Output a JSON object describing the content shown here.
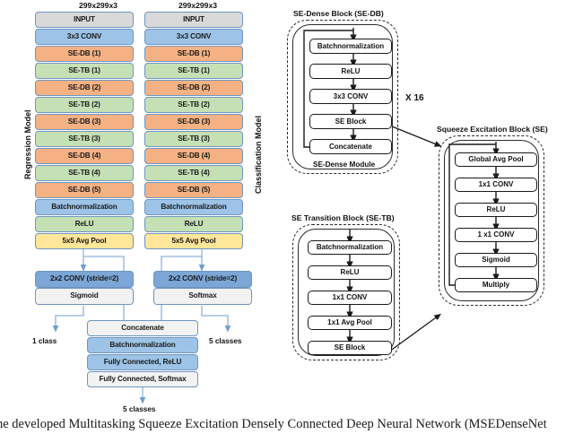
{
  "figure": {
    "caption": "he developed Multitasking Squeeze Excitation Densely Connected Deep Neural Network (MSEDenseNet"
  },
  "colors": {
    "input_gray": "#d9d9d9",
    "conv_blue": "#9dc3e6",
    "se_db_orange": "#f4b183",
    "se_tb_green": "#c5e0b4",
    "pool_yellow": "#ffe699",
    "dark_blue": "#7ba6d6",
    "light_gray": "#f2f2f2",
    "connector": "#8cb3dd",
    "outline": "#1a1a1a"
  },
  "regression_branch": {
    "side_label": "Regression Model",
    "input_shape": "299x299x3",
    "layers": [
      {
        "label": "INPUT",
        "color": "input_gray"
      },
      {
        "label": "3x3 CONV",
        "color": "conv_blue"
      },
      {
        "label": "SE-DB (1)",
        "color": "se_db_orange"
      },
      {
        "label": "SE-TB (1)",
        "color": "se_tb_green"
      },
      {
        "label": "SE-DB (2)",
        "color": "se_db_orange"
      },
      {
        "label": "SE-TB (2)",
        "color": "se_tb_green"
      },
      {
        "label": "SE-DB (3)",
        "color": "se_db_orange"
      },
      {
        "label": "SE-TB (3)",
        "color": "se_tb_green"
      },
      {
        "label": "SE-DB (4)",
        "color": "se_db_orange"
      },
      {
        "label": "SE-TB  (4)",
        "color": "se_tb_green"
      },
      {
        "label": "SE-DB (5)",
        "color": "se_db_orange"
      },
      {
        "label": "Batchnormalization",
        "color": "conv_blue"
      },
      {
        "label": "ReLU",
        "color": "se_tb_green"
      },
      {
        "label": "5x5 Avg Pool",
        "color": "pool_yellow"
      }
    ],
    "head": [
      {
        "label": "2x2 CONV (stride=2)",
        "color": "dark_blue"
      },
      {
        "label": "Sigmoid",
        "color": "light_gray"
      }
    ],
    "output_label": "1 class"
  },
  "classification_branch": {
    "side_label": "Classification Model",
    "input_shape": "299x299x3",
    "layers": [
      {
        "label": "INPUT",
        "color": "input_gray"
      },
      {
        "label": "3x3 CONV",
        "color": "conv_blue"
      },
      {
        "label": "SE-DB  (1)",
        "color": "se_db_orange"
      },
      {
        "label": "SE-TB  (1)",
        "color": "se_tb_green"
      },
      {
        "label": "SE-DB  (2)",
        "color": "se_db_orange"
      },
      {
        "label": "SE-TB (2)",
        "color": "se_tb_green"
      },
      {
        "label": "SE-DB (3)",
        "color": "se_db_orange"
      },
      {
        "label": "SE-TB (3)",
        "color": "se_tb_green"
      },
      {
        "label": "SE-DB (4)",
        "color": "se_db_orange"
      },
      {
        "label": "SE-TB  (4)",
        "color": "se_tb_green"
      },
      {
        "label": "SE-DB (5)",
        "color": "se_db_orange"
      },
      {
        "label": "Batchnormalization",
        "color": "conv_blue"
      },
      {
        "label": "ReLU",
        "color": "se_tb_green"
      },
      {
        "label": "5x5 Avg Pool",
        "color": "pool_yellow"
      }
    ],
    "head": [
      {
        "label": "2x2 CONV (stride=2)",
        "color": "dark_blue"
      },
      {
        "label": "Softmax",
        "color": "light_gray"
      }
    ],
    "output_label": "5 classes"
  },
  "fusion_branch": {
    "layers": [
      {
        "label": "Concatenate",
        "color": "light_gray"
      },
      {
        "label": "Batchnormalization",
        "color": "conv_blue"
      },
      {
        "label": "Fully Connected, ReLU",
        "color": "conv_blue"
      },
      {
        "label": "Fully Connected, Softmax",
        "color": "light_gray"
      }
    ],
    "output_label": "5 classes"
  },
  "se_dense_block": {
    "title": "SE-Dense Block (SE-DB)",
    "inner_title": "SE-Dense Module",
    "repeat_label": "X 16",
    "layers": [
      {
        "label": "Batchnormalization"
      },
      {
        "label": "ReLU"
      },
      {
        "label": "3x3 CONV"
      },
      {
        "label": "SE Block"
      },
      {
        "label": "Concatenate"
      }
    ]
  },
  "se_transition_block": {
    "title": "SE Transition Block (SE-TB)",
    "layers": [
      {
        "label": "Batchnormalization"
      },
      {
        "label": "ReLU"
      },
      {
        "label": "1x1 CONV"
      },
      {
        "label": "1x1 Avg Pool"
      },
      {
        "label": "SE Block"
      }
    ]
  },
  "squeeze_excitation_block": {
    "title": "Squeeze Excitation Block (SE)",
    "layers": [
      {
        "label": "Global Avg Pool"
      },
      {
        "label": "1x1 CONV"
      },
      {
        "label": "ReLU"
      },
      {
        "label": "1 x1 CONV"
      },
      {
        "label": "Sigmoid"
      },
      {
        "label": "Multiply"
      }
    ]
  }
}
